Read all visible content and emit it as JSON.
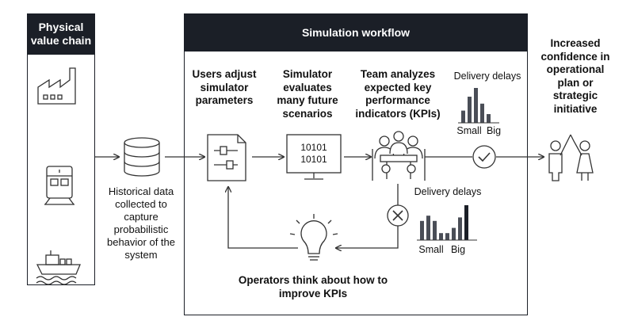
{
  "physical_value_chain": {
    "title": "Physical value chain",
    "icons": [
      "factory-icon",
      "train-icon",
      "ship-icon"
    ]
  },
  "simulation_workflow": {
    "title": "Simulation workflow",
    "steps": [
      {
        "label": "Users adjust simulator parameters",
        "icon": "document-parameters-icon"
      },
      {
        "label": "Simulator evaluates many future scenarios",
        "icon": "monitor-binary-icon",
        "screen_text": [
          "10101",
          "10101"
        ]
      },
      {
        "label": "Team analyzes expected key performance indicators (KPIs)",
        "icon": "team-meeting-icon"
      }
    ],
    "loop_label": "Operators think about how to improve KPIs",
    "loop_icon": "lightbulb-icon"
  },
  "historical_data": {
    "label": "Historical data collected to capture probabilistic behavior of the system",
    "icon": "database-icon"
  },
  "outcome": {
    "label": "Increased confidence in operational plan or strategic initiative",
    "icon": "high-five-icon"
  },
  "kpi_charts": {
    "good": {
      "title": "Delivery delays",
      "small_label": "Small",
      "big_label": "Big",
      "bars": [
        0.35,
        0.75,
        1.0,
        0.55,
        0.25
      ],
      "status": "check-icon"
    },
    "bad": {
      "title": "Delivery delays",
      "small_label": "Small",
      "big_label": "Big",
      "bars": [
        0.55,
        0.7,
        0.55,
        0.2,
        0.2,
        0.35,
        0.65,
        1.0
      ],
      "status": "cross-icon"
    }
  },
  "colors": {
    "header_bg": "#1b1f27",
    "line": "#333333",
    "bar": "#4a4e57",
    "bar_dark": "#1b1f27"
  }
}
